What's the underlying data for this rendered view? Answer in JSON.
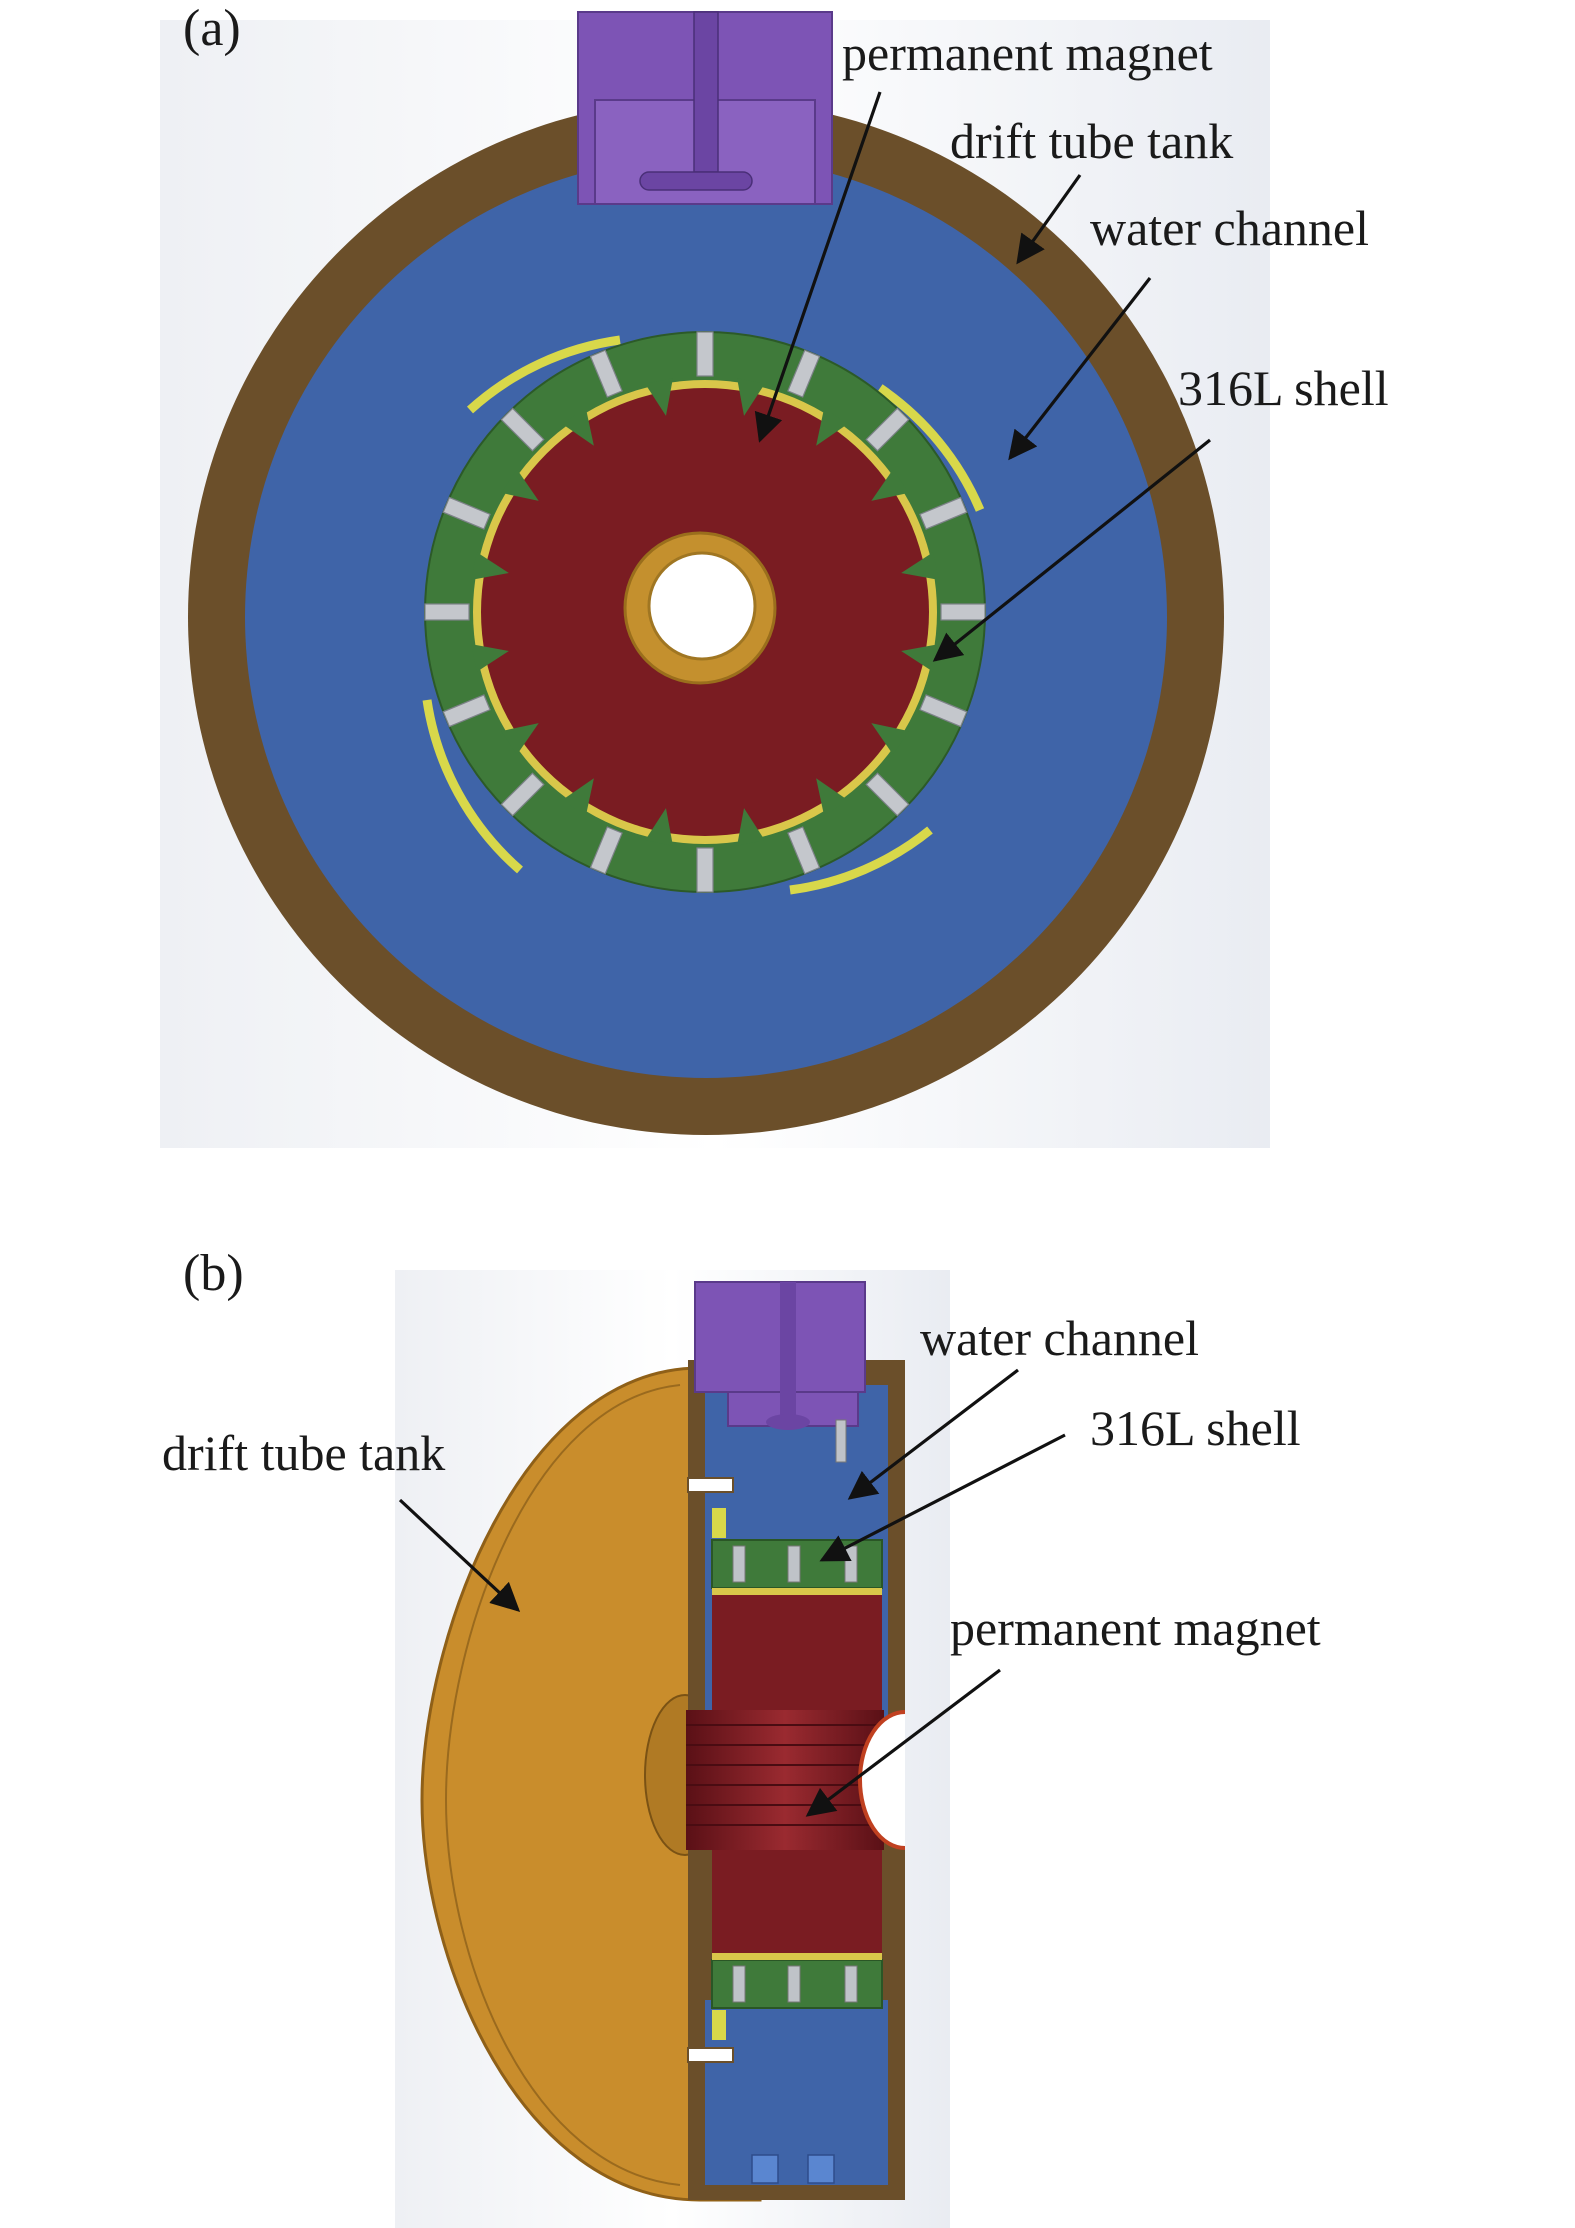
{
  "panel_a": {
    "label": "(a)",
    "labels": {
      "permanent_magnet": "permanent magnet",
      "drift_tube_tank": "drift tube tank",
      "water_channel": "water channel",
      "shell": "316L shell"
    }
  },
  "panel_b": {
    "label": "(b)",
    "labels": {
      "water_channel": "water channel",
      "shell": "316L shell",
      "drift_tube_tank": "drift tube tank",
      "permanent_magnet": "permanent magnet"
    }
  },
  "colors": {
    "tank_brown": "#6b4f2a",
    "water_blue": "#3f64a8",
    "magnet_red": "#7a1c22",
    "shell_green": "#3f7a3a",
    "stem_purple": "#7d54b5",
    "copper": "#c4902e",
    "yellow": "#d8d84a"
  }
}
